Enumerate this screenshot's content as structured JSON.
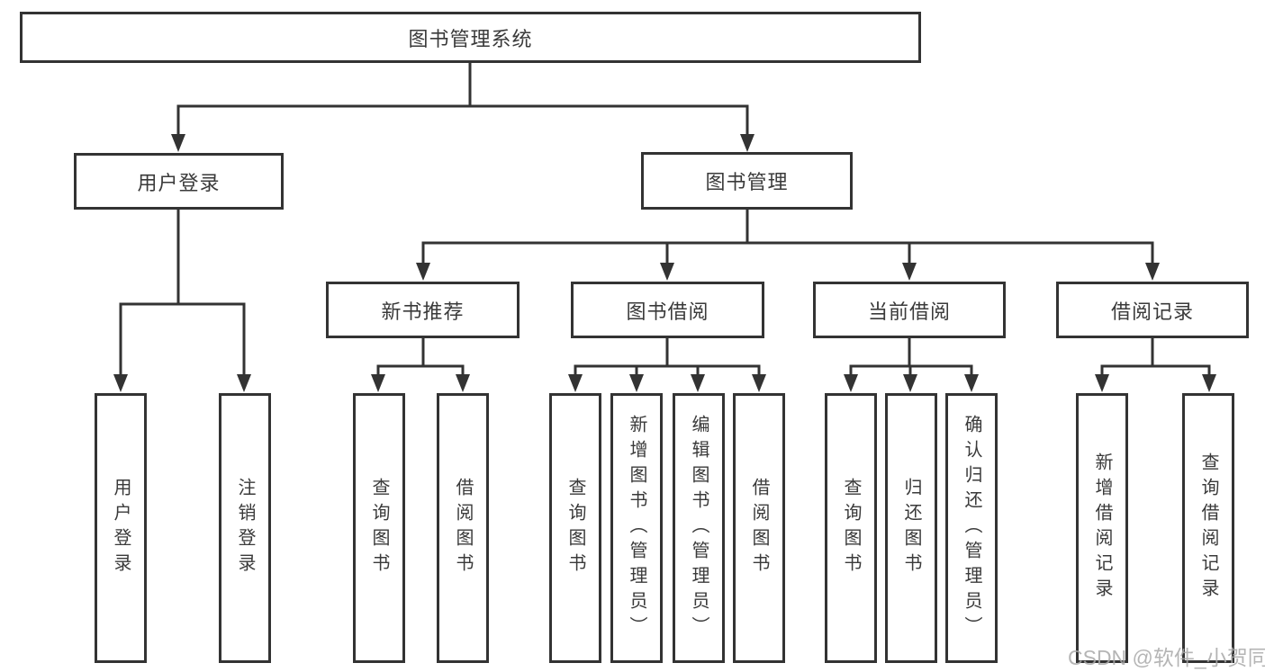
{
  "tree": {
    "label": "图书管理系统",
    "children": [
      {
        "label": "用户登录",
        "children": [
          {
            "label": "用户登录"
          },
          {
            "label": "注销登录"
          }
        ]
      },
      {
        "label": "图书管理",
        "children": [
          {
            "label": "新书推荐",
            "children": [
              {
                "label": "查询图书"
              },
              {
                "label": "借阅图书"
              }
            ]
          },
          {
            "label": "图书借阅",
            "children": [
              {
                "label": "查询图书"
              },
              {
                "label": "新增图书（管理员）"
              },
              {
                "label": "编辑图书（管理员）"
              },
              {
                "label": "借阅图书"
              }
            ]
          },
          {
            "label": "当前借阅",
            "children": [
              {
                "label": "查询图书"
              },
              {
                "label": "归还图书"
              },
              {
                "label": "确认归还（管理员）"
              }
            ]
          },
          {
            "label": "借阅记录",
            "children": [
              {
                "label": "新增借阅记录"
              },
              {
                "label": "查询借阅记录"
              }
            ]
          }
        ]
      }
    ]
  },
  "watermark": "CSDN @软件_小贺同学",
  "colors": {
    "line": "#333333",
    "text": "#3a3a3a",
    "background": "#ffffff",
    "watermark": "#a8a8a8"
  }
}
